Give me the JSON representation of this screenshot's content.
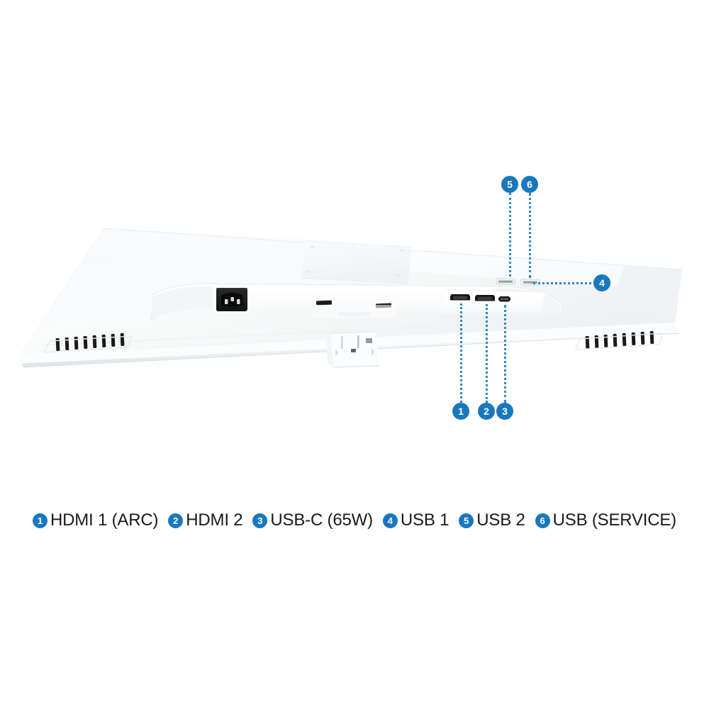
{
  "page": {
    "background_color": "#ffffff",
    "accent_color": "#1878be",
    "leader_color": "#2f86c8",
    "subject": "monitor-rear-ports-diagram"
  },
  "legend": {
    "items": [
      {
        "number": "1",
        "label": "HDMI 1 (ARC)"
      },
      {
        "number": "2",
        "label": "HDMI 2"
      },
      {
        "number": "3",
        "label": "USB-C (65W)"
      },
      {
        "number": "4",
        "label": "USB 1"
      },
      {
        "number": "5",
        "label": "USB 2"
      },
      {
        "number": "6",
        "label": "USB (SERVICE)"
      }
    ]
  },
  "callouts": [
    {
      "number": "1",
      "target": "hdmi-1-port"
    },
    {
      "number": "2",
      "target": "hdmi-2-port"
    },
    {
      "number": "3",
      "target": "usb-c-port"
    },
    {
      "number": "4",
      "target": "usb-1-port"
    },
    {
      "number": "5",
      "target": "usb-2-port"
    },
    {
      "number": "6",
      "target": "usb-service-port"
    }
  ],
  "device": {
    "body_color": "#fdfdfd",
    "shadow_color": "#e9ecee",
    "port_color": "#1b1b1b",
    "parts": [
      "rear-panel",
      "power-inlet",
      "vesa-mount-plate",
      "stand-mount-bracket",
      "speaker-vent-left",
      "speaker-vent-right",
      "port-bay"
    ]
  }
}
